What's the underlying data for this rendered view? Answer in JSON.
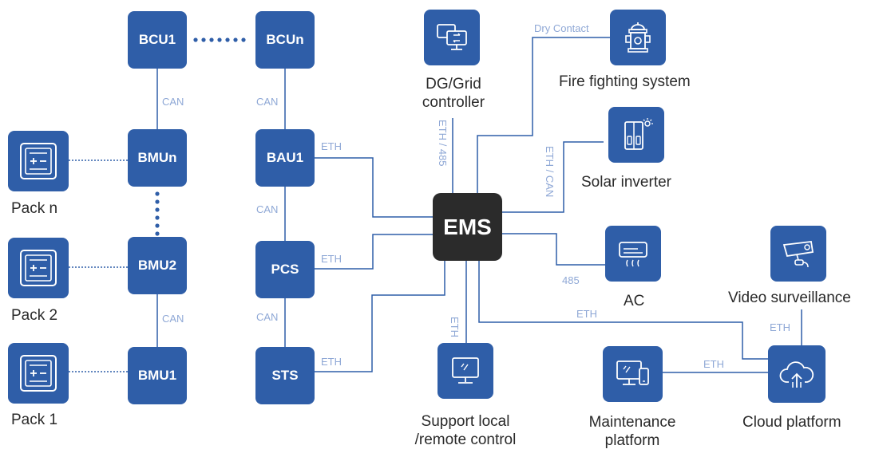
{
  "nodes": {
    "bcu1": "BCU1",
    "bcun": "BCUn",
    "bmun": "BMUn",
    "bmu2": "BMU2",
    "bmu1": "BMU1",
    "bau1": "BAU1",
    "pcs": "PCS",
    "sts": "STS",
    "ems": "EMS"
  },
  "labels": {
    "pack_n": "Pack n",
    "pack_2": "Pack 2",
    "pack_1": "Pack 1",
    "dg_grid_line1": "DG/Grid",
    "dg_grid_line2": "controller",
    "fire_fighting": "Fire fighting system",
    "solar_inverter": "Solar inverter",
    "ac": "AC",
    "video_surveillance": "Video surveillance",
    "support_line1": "Support local",
    "support_line2": "/remote control",
    "maintenance_line1": "Maintenance",
    "maintenance_line2": "platform",
    "cloud_platform": "Cloud platform"
  },
  "wire_labels": {
    "can_bcu1_bmun": "CAN",
    "can_bcun_bau1": "CAN",
    "can_bau1_pcs": "CAN",
    "can_pcs_sts": "CAN",
    "can_bmu2_bmu1": "CAN",
    "eth_bau1": "ETH",
    "eth_pcs": "ETH",
    "eth_sts": "ETH",
    "eth_485_dg": "ETH / 485",
    "dry_contact": "Dry Contact",
    "eth_can_solar": "ETH / CAN",
    "rs485_ac": "485",
    "eth_support": "ETH",
    "eth_cloud": "ETH",
    "eth_maintenance": "ETH",
    "eth_video": "ETH"
  },
  "colors": {
    "box": "#2f5ea8",
    "ems": "#2b2b2b",
    "wire": "#2f5ea8",
    "wire_label": "#8fa8d6"
  },
  "icons": {
    "pack": "battery-pack-icon",
    "dg_grid": "controller-icon",
    "fire": "fire-hydrant-icon",
    "solar": "solar-inverter-icon",
    "ac": "air-conditioner-icon",
    "video": "camera-icon",
    "support": "monitor-icon",
    "maintenance": "computer-phone-icon",
    "cloud": "cloud-icon"
  }
}
